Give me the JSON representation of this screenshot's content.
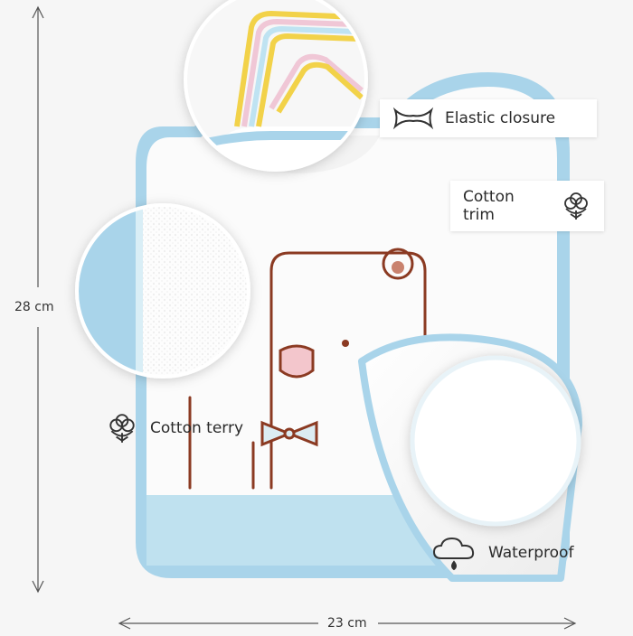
{
  "dimensions": {
    "height": "28 cm",
    "width": "23 cm"
  },
  "features": {
    "elastic_closure": {
      "label": "Elastic closure",
      "icon": "bow-tie-icon"
    },
    "cotton_trim": {
      "label": "Cotton trim",
      "icon": "cotton-flower-icon"
    },
    "cotton_terry": {
      "label": "Cotton terry",
      "icon": "cotton-flower-icon"
    },
    "waterproof": {
      "label": "Waterproof",
      "icon": "cloud-drop-icon"
    }
  },
  "colors": {
    "trim_blue": "#a9d4ea",
    "bear_brown": "#8b3a22",
    "elastic_yellow": "#f2d24a",
    "elastic_pink": "#f0c7d6",
    "elastic_blue": "#bfe3f2"
  }
}
